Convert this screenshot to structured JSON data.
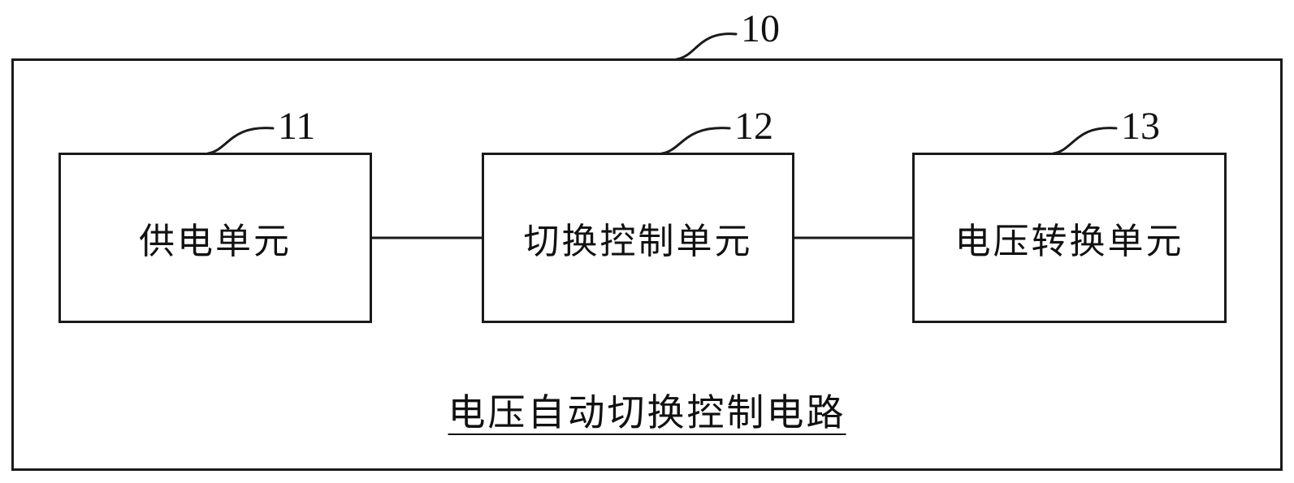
{
  "figure": {
    "outer_label": "10",
    "caption": "电压自动切换控制电路",
    "boxes": [
      {
        "ref": "11",
        "label": "供电单元"
      },
      {
        "ref": "12",
        "label": "切换控制单元"
      },
      {
        "ref": "13",
        "label": "电压转换单元"
      }
    ],
    "connections": [
      {
        "from": "11",
        "to": "12"
      },
      {
        "from": "12",
        "to": "13"
      }
    ],
    "colors": {
      "line": "#1a1a1a",
      "background": "#ffffff",
      "text": "#111111"
    }
  }
}
